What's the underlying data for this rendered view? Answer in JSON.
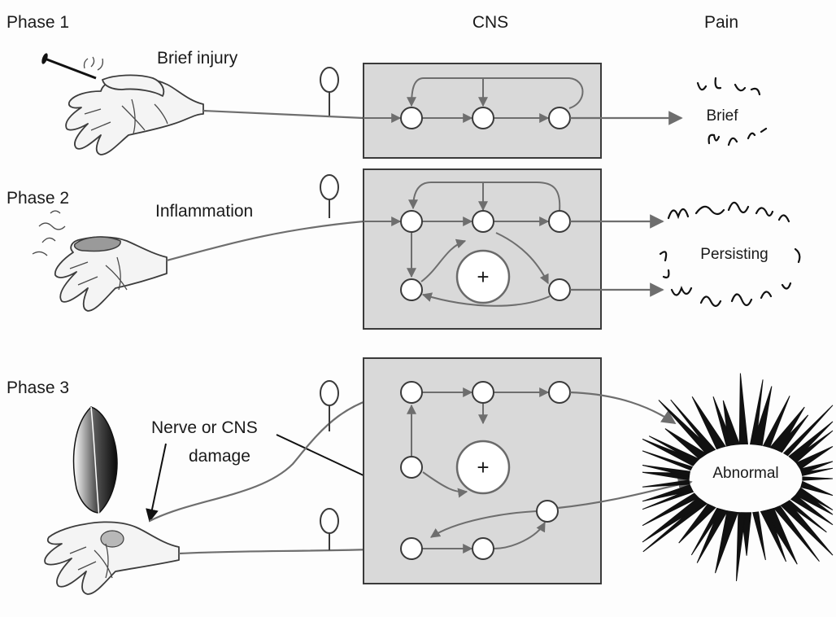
{
  "headers": {
    "cns": "CNS",
    "pain": "Pain"
  },
  "phases": [
    {
      "label": "Phase 1",
      "caption": "Brief injury",
      "pain": "Brief"
    },
    {
      "label": "Phase 2",
      "caption": "Inflammation",
      "pain": "Persisting"
    },
    {
      "label": "Phase 3",
      "caption_line1": "Nerve or CNS",
      "caption_line2": "damage",
      "pain": "Abnormal"
    }
  ],
  "symbols": {
    "amplify": "+"
  }
}
